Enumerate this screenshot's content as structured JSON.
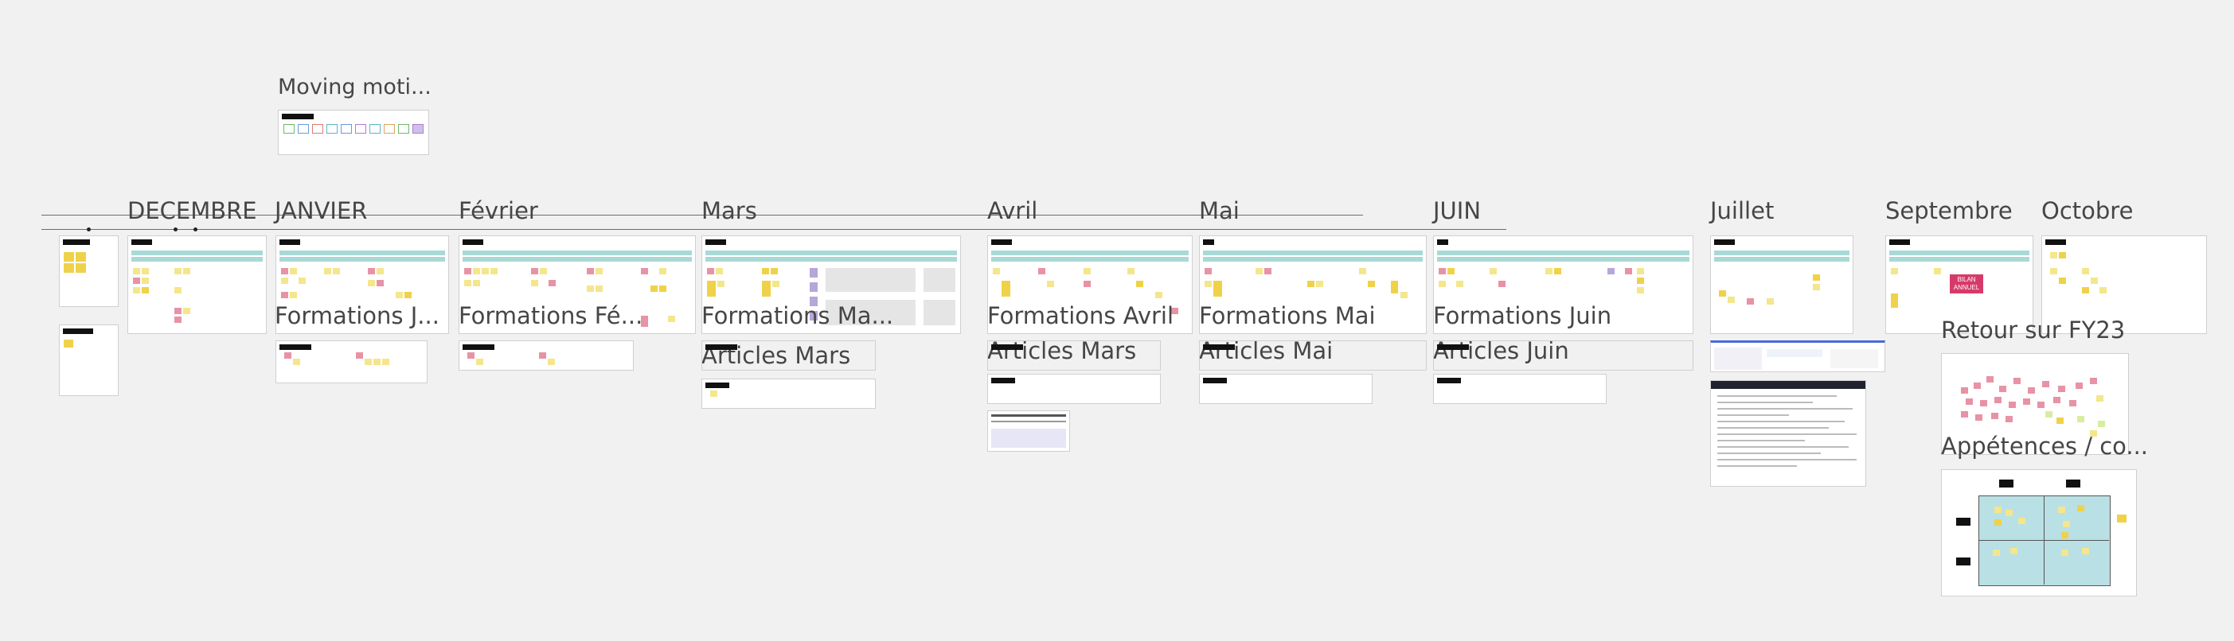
{
  "board": {
    "moving_title": "Moving moti...",
    "months": [
      {
        "key": "decembre",
        "label": "DECEMBRE"
      },
      {
        "key": "janvier",
        "label": "JANVIER"
      },
      {
        "key": "fevrier",
        "label": "Février"
      },
      {
        "key": "mars",
        "label": "Mars"
      },
      {
        "key": "avril",
        "label": "Avril"
      },
      {
        "key": "mai",
        "label": "Mai"
      },
      {
        "key": "juin",
        "label": "JUIN"
      },
      {
        "key": "juillet",
        "label": "Juillet"
      },
      {
        "key": "septembre",
        "label": "Septembre"
      },
      {
        "key": "octobre",
        "label": "Octobre"
      }
    ],
    "formations": [
      {
        "key": "janvier",
        "label": "Formations J..."
      },
      {
        "key": "fevrier",
        "label": "Formations Fé..."
      },
      {
        "key": "mars",
        "label": "Formations Ma..."
      },
      {
        "key": "avril",
        "label": "Formations Avril"
      },
      {
        "key": "mai",
        "label": "Formations Mai"
      },
      {
        "key": "juin",
        "label": "Formations Juin"
      }
    ],
    "articles": [
      {
        "key": "mars",
        "label": "Articles Mars"
      },
      {
        "key": "avril",
        "label": "Articles Mars"
      },
      {
        "key": "mai",
        "label": "Articles Mai"
      },
      {
        "key": "juin",
        "label": "Articles Juin"
      }
    ],
    "retour_title": "Retour sur FY23",
    "appetences_title": "Appétences / co...",
    "bilan_line1": "BILAN",
    "bilan_line2": "ANNUEL",
    "colors": {
      "background": "#f1f1f1",
      "sticky_yellow": "#f4e68c",
      "sticky_pink": "#e892a6",
      "teal": "#a9d9d6",
      "purple": "#b7a6d9"
    }
  }
}
